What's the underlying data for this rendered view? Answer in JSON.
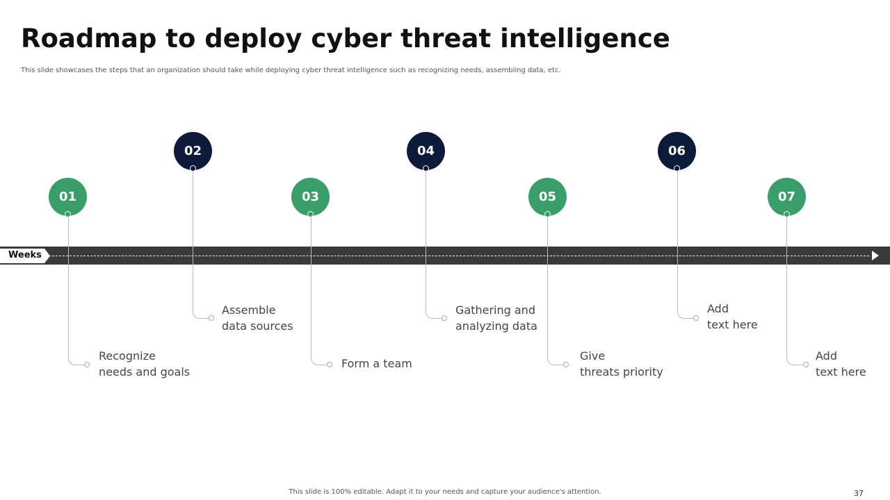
{
  "slide": {
    "title": "Roadmap to deploy cyber threat intelligence",
    "subtitle": "This slide showcases the steps that an organization should take while deploying cyber threat intelligence such as recognizing needs, assembling data, etc.",
    "timeline_label": "Weeks",
    "footer": "This slide is 100% editable. Adapt it to your needs and capture your audience's attention.",
    "page_number": "37"
  },
  "steps": [
    {
      "number": "01",
      "line1": "Recognize",
      "line2": "needs and goals",
      "color": "#3a9e6b"
    },
    {
      "number": "02",
      "line1": "Assemble",
      "line2": "data sources",
      "color": "#0e1a3a"
    },
    {
      "number": "03",
      "line1": "Form a team",
      "line2": "",
      "color": "#3a9e6b"
    },
    {
      "number": "04",
      "line1": "Gathering and",
      "line2": "analyzing data",
      "color": "#0e1a3a"
    },
    {
      "number": "05",
      "line1": "Give",
      "line2": "threats priority",
      "color": "#3a9e6b"
    },
    {
      "number": "06",
      "line1": "Add",
      "line2": "text here",
      "color": "#0e1a3a"
    },
    {
      "number": "07",
      "line1": "Add",
      "line2": "text here",
      "color": "#3a9e6b"
    }
  ],
  "colors": {
    "accent_green": "#3a9e6b",
    "accent_navy": "#0e1a3a",
    "timeline_bar": "#3a3a3a"
  }
}
